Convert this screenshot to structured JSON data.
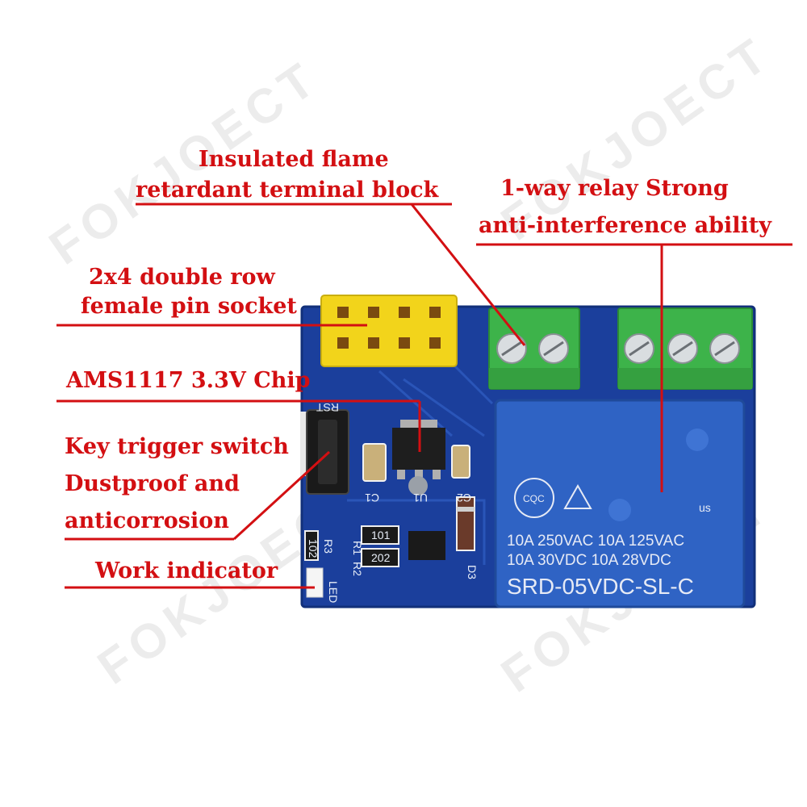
{
  "labels": {
    "terminal_block": [
      "Insulated flame",
      "retardant terminal block"
    ],
    "relay": [
      "1-way relay Strong",
      "anti-interference ability"
    ],
    "pin_socket": [
      "2x4 double row",
      "female pin socket"
    ],
    "chip": "AMS1117 3.3V Chip",
    "key_switch": [
      "Key trigger switch",
      "Dustproof and",
      "anticorrosion"
    ],
    "indicator": "Work indicator"
  },
  "pcb": {
    "rst": "RST",
    "c1": "C1",
    "u1": "U1",
    "c2": "C2",
    "r1": "R1",
    "r2": "R2",
    "r3": "R3",
    "d3": "D3",
    "led": "LED",
    "res1": "101",
    "res2": "202",
    "res3": "102"
  },
  "relay_print": {
    "line1": "10A 250VAC  10A 125VAC",
    "line2": "10A   30VDC  10A   28VDC",
    "model": "SRD-05VDC-SL-C",
    "cqc": "CQC",
    "ul": "us"
  },
  "watermark": "FOKJOECT",
  "colors": {
    "label": "#d30f12",
    "pcb": "#1b3f9c",
    "relay": "#2f63c4",
    "terminal": "#3db34a",
    "socket": "#f2d41b"
  }
}
